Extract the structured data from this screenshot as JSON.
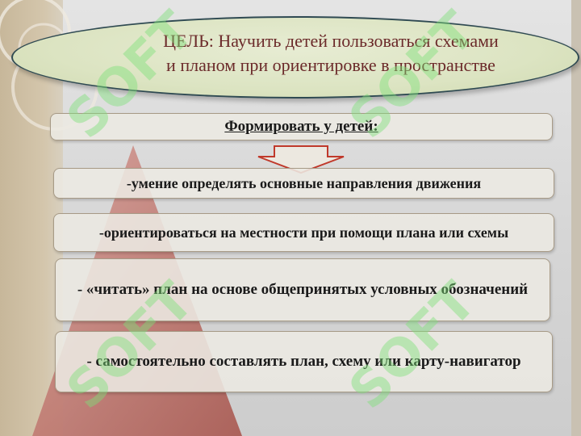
{
  "goal": {
    "line1": "ЦЕЛЬ: Научить детей пользоваться схемами",
    "line2": "и планом при ориентировке в пространстве"
  },
  "header": {
    "text": "Формировать у детей:"
  },
  "items": [
    "-умение  определять основные направления движения",
    "-ориентироваться на местности при помощи плана или схемы",
    "- «читать» план на основе общепринятых условных обозначений",
    "- самостоятельно составлять план, схему или карту-навигатор"
  ],
  "watermark_text": "SOFT",
  "colors": {
    "goal_text": "#6b2a2a",
    "oval_fill": "#dce4c2",
    "oval_border": "#2f4a52",
    "pyramid": "#b96a62",
    "arrow_outline": "#c0392b",
    "watermark": "#7ee07a"
  }
}
